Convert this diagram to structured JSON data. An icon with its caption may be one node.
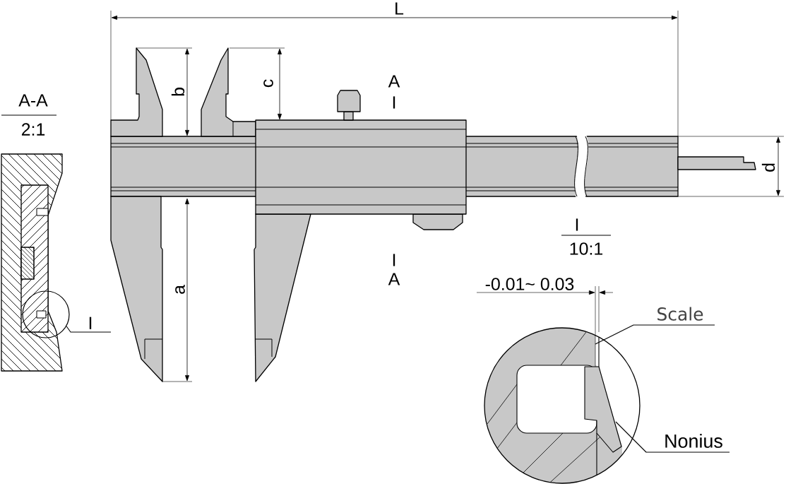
{
  "diagram": {
    "nodes": [
      {
        "text": [
          "I"
        ]
      },
      {
        "text": [],
        "shape": "circle"
      },
      {
        "text": [
          "Scale"
        ]
      },
      {
        "text": [
          "Nonius"
        ]
      }
    ],
    "edges": [
      {
        "from": 0,
        "to": 1,
        "arrow": "none"
      },
      {
        "from": 2,
        "to": null,
        "arrow": "none"
      },
      {
        "from": 3,
        "to": null,
        "arrow": "none"
      }
    ],
    "labels": [
      "L",
      "A-A",
      "2:1",
      "b",
      "c",
      "A",
      "I",
      "d",
      "I",
      "10:1",
      "I",
      "A",
      "a",
      "-0.01~ 0.03"
    ]
  }
}
